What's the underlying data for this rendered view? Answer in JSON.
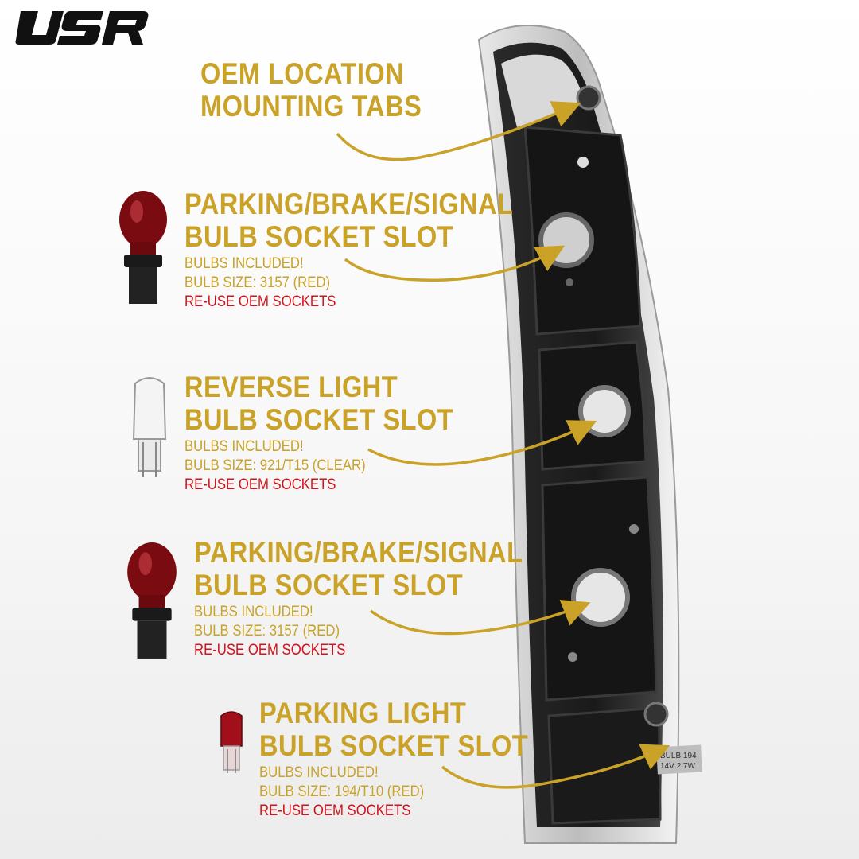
{
  "brand": {
    "logo_text": "USR"
  },
  "colors": {
    "gold": "#c9a227",
    "red": "#d3121b",
    "housing": "#111111"
  },
  "callouts": [
    {
      "title_lines": [
        "OEM LOCATION",
        "MOUNTING TABS"
      ]
    },
    {
      "title_lines": [
        "PARKING/BRAKE/SIGNAL",
        "BULB SOCKET SLOT"
      ],
      "note": "BULBS INCLUDED!",
      "size": "BULB SIZE: 3157 (RED)",
      "warning": "RE-USE OEM SOCKETS",
      "bulb_icon": "red-3157-bulb-icon"
    },
    {
      "title_lines": [
        "REVERSE LIGHT",
        "BULB SOCKET SLOT"
      ],
      "note": "BULBS INCLUDED!",
      "size": "BULB SIZE: 921/T15 (CLEAR)",
      "warning": "RE-USE OEM SOCKETS",
      "bulb_icon": "clear-921-bulb-icon"
    },
    {
      "title_lines": [
        "PARKING/BRAKE/SIGNAL",
        "BULB SOCKET SLOT"
      ],
      "note": "BULBS INCLUDED!",
      "size": "BULB SIZE: 3157 (RED)",
      "warning": "RE-USE OEM SOCKETS",
      "bulb_icon": "red-3157-bulb-icon"
    },
    {
      "title_lines": [
        "PARKING LIGHT",
        "BULB SOCKET SLOT"
      ],
      "note": "BULBS INCLUDED!",
      "size": "BULB SIZE: 194/T10 (RED)",
      "warning": "RE-USE OEM SOCKETS",
      "bulb_icon": "red-194-bulb-icon"
    }
  ],
  "housing_labels": [
    "BULB 194",
    "14V 2.7W"
  ]
}
